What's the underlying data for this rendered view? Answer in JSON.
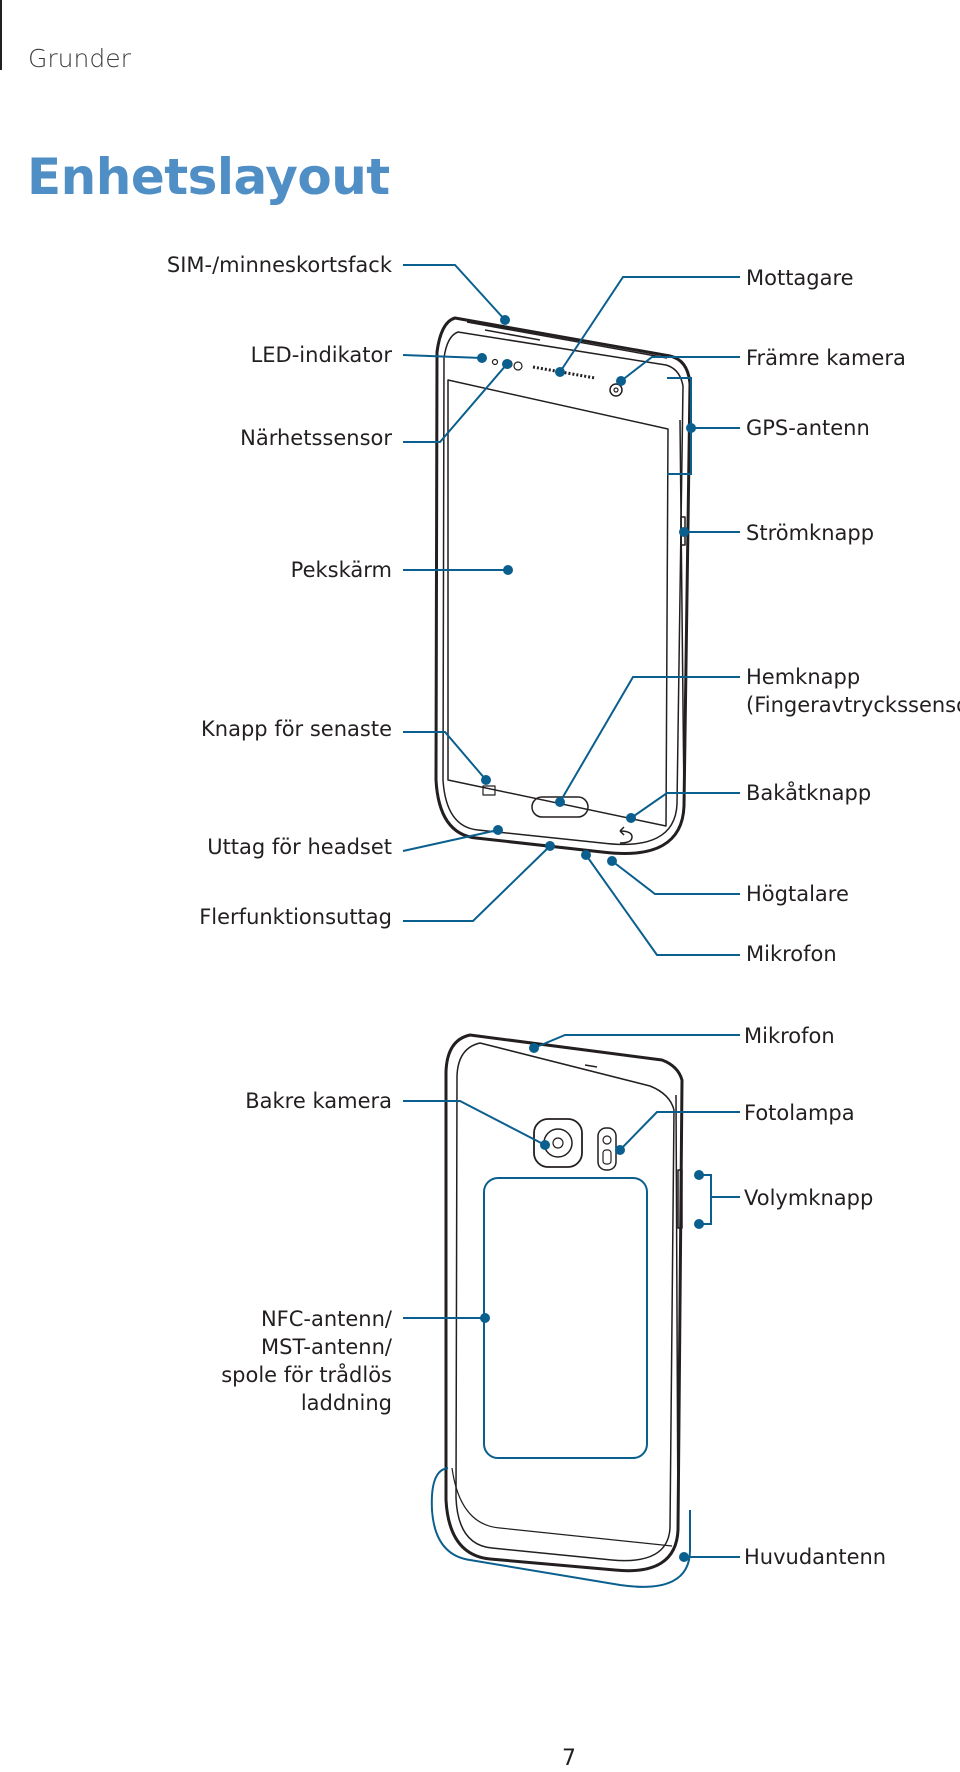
{
  "header": {
    "section": "Grunder"
  },
  "page": {
    "title": "Enhetslayout",
    "number": "7"
  },
  "front_labels": {
    "sim": "SIM-/minneskortsfack",
    "led": "LED-indikator",
    "proximity": "Närhetssensor",
    "touchscreen": "Pekskärm",
    "recent": "Knapp för senaste",
    "headset": "Uttag för headset",
    "multipurpose": "Flerfunktionsuttag",
    "receiver": "Mottagare",
    "front_camera": "Främre kamera",
    "gps": "GPS-antenn",
    "power": "Strömknapp",
    "home_line1": "Hemknapp",
    "home_line2": "(Fingeravtryckssensor)",
    "back": "Bakåtknapp",
    "speaker": "Högtalare",
    "mic": "Mikrofon"
  },
  "back_labels": {
    "rear_camera": "Bakre kamera",
    "nfc_line1": "NFC-antenn/",
    "nfc_line2": "MST-antenn/",
    "nfc_line3": "spole för trådlös",
    "nfc_line4": "laddning",
    "mic": "Mikrofon",
    "flash": "Fotolampa",
    "volume": "Volymknapp",
    "main_antenna": "Huvudantenn"
  },
  "colors": {
    "accent": "#4f8fc6",
    "callout": "#0a5f8e",
    "text": "#231f20"
  }
}
